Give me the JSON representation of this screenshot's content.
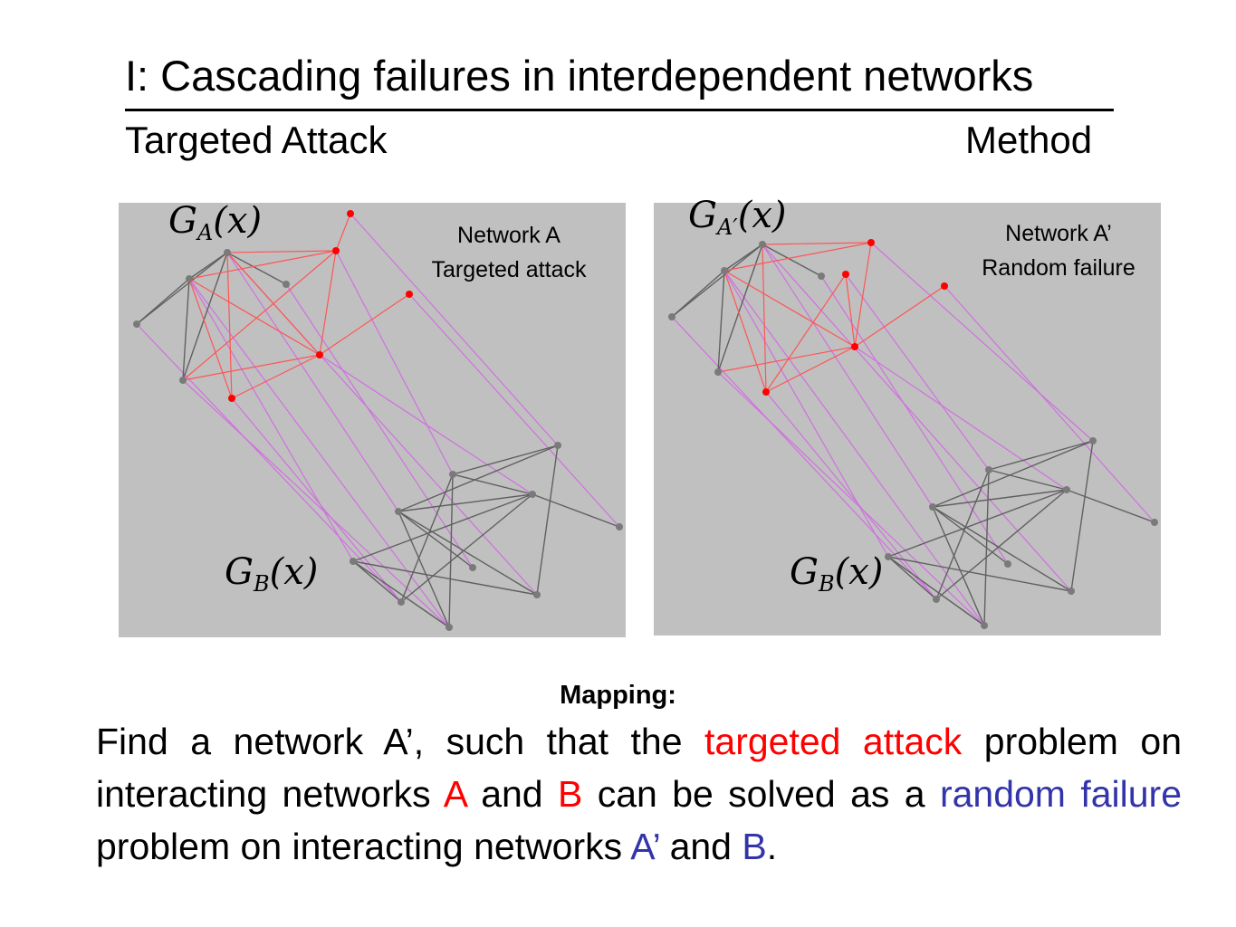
{
  "header": {
    "title": "I: Cascading failures in interdependent networks",
    "left_subtitle": "Targeted Attack",
    "right_subtitle": "Method"
  },
  "panel_left": {
    "ga_label": "G",
    "ga_sub": "A",
    "gb_label": "G",
    "gb_sub": "B",
    "arg": "(x)",
    "net_label_line1": "Network A",
    "net_label_line2": "Targeted attack"
  },
  "panel_right": {
    "ga_label": "G",
    "ga_sub": "A′",
    "gb_label": "G",
    "gb_sub": "B",
    "arg": "(x)",
    "net_label_line1": "Network A’",
    "net_label_line2": "Random failure"
  },
  "mapping_label": "Mapping:",
  "body": {
    "part1": "Find a network A’, such that the ",
    "targeted": "targeted attack",
    "part2": " problem on interacting networks ",
    "a": "A",
    "and1": " and ",
    "b": "B",
    "part3": " can be solved as a ",
    "random": "random failure",
    "part4": " problem on interacting networks ",
    "aprime": "A’",
    "and2": " and ",
    "b2": "B",
    "end": "."
  },
  "colors": {
    "panel_bg": "#c0c0c0",
    "gray_node": "#7a7a7a",
    "red_node": "#ff0000",
    "gray_edge": "#606060",
    "red_edge": "#ff5555",
    "interlink": "#d070e0",
    "highlight_red": "#ff0000",
    "highlight_blue": "#3333aa"
  }
}
